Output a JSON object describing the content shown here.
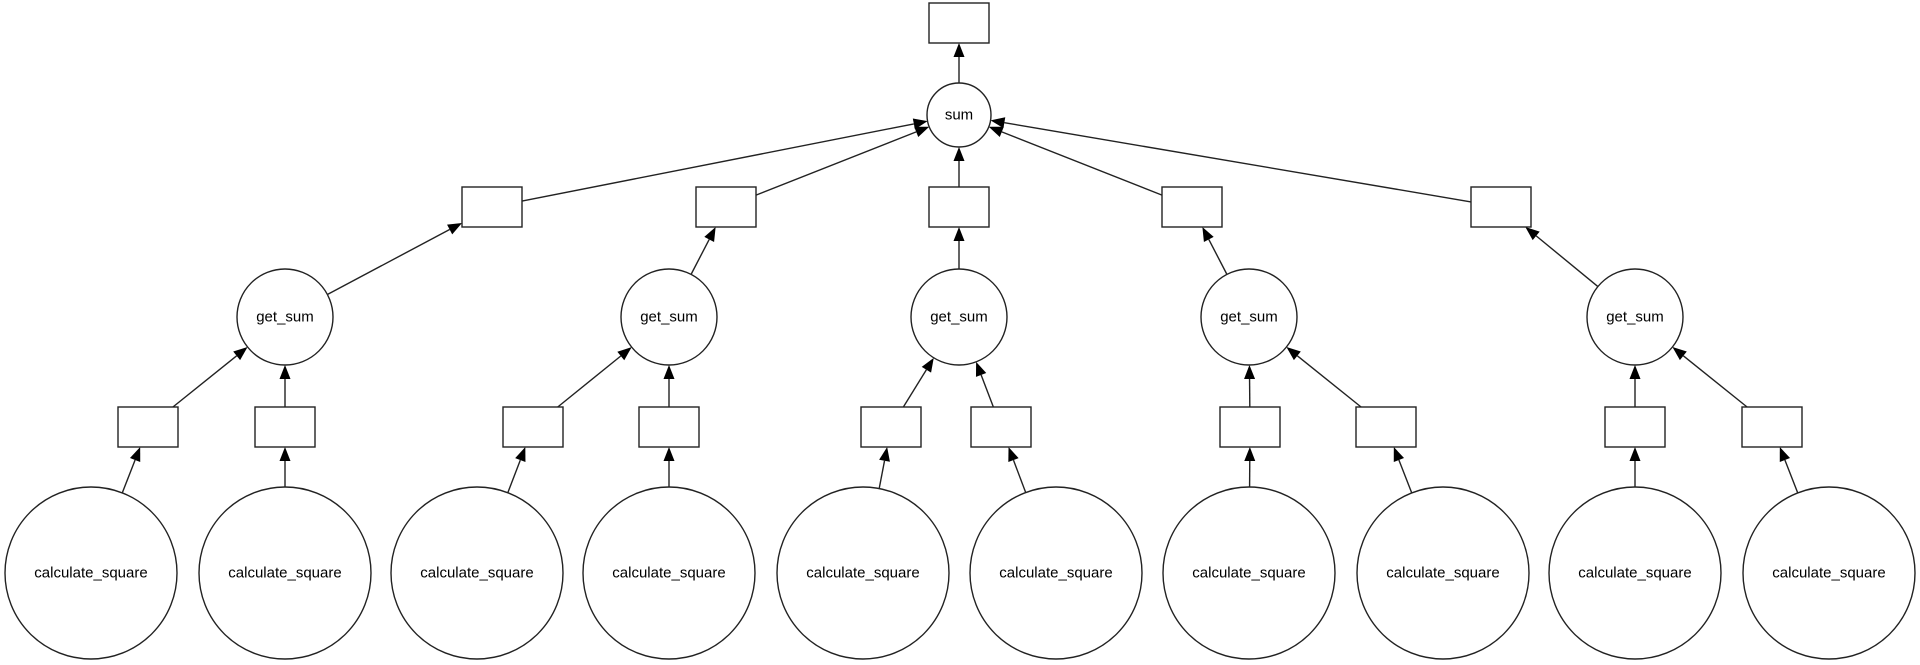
{
  "graph": {
    "top_output": {
      "label": ""
    },
    "root": {
      "label": "sum"
    },
    "groups": [
      {
        "output": {
          "label": ""
        },
        "reducer": {
          "label": "get_sum"
        },
        "leaves": [
          {
            "value": {
              "label": ""
            },
            "task": {
              "label": "calculate_square"
            }
          },
          {
            "value": {
              "label": ""
            },
            "task": {
              "label": "calculate_square"
            }
          }
        ]
      },
      {
        "output": {
          "label": ""
        },
        "reducer": {
          "label": "get_sum"
        },
        "leaves": [
          {
            "value": {
              "label": ""
            },
            "task": {
              "label": "calculate_square"
            }
          },
          {
            "value": {
              "label": ""
            },
            "task": {
              "label": "calculate_square"
            }
          }
        ]
      },
      {
        "output": {
          "label": ""
        },
        "reducer": {
          "label": "get_sum"
        },
        "leaves": [
          {
            "value": {
              "label": ""
            },
            "task": {
              "label": "calculate_square"
            }
          },
          {
            "value": {
              "label": ""
            },
            "task": {
              "label": "calculate_square"
            }
          }
        ]
      },
      {
        "output": {
          "label": ""
        },
        "reducer": {
          "label": "get_sum"
        },
        "leaves": [
          {
            "value": {
              "label": ""
            },
            "task": {
              "label": "calculate_square"
            }
          },
          {
            "value": {
              "label": ""
            },
            "task": {
              "label": "calculate_square"
            }
          }
        ]
      },
      {
        "output": {
          "label": ""
        },
        "reducer": {
          "label": "get_sum"
        },
        "leaves": [
          {
            "value": {
              "label": ""
            },
            "task": {
              "label": "calculate_square"
            }
          },
          {
            "value": {
              "label": ""
            },
            "task": {
              "label": "calculate_square"
            }
          }
        ]
      }
    ]
  },
  "colors": {
    "stroke": "#222222",
    "fill": "#ffffff",
    "text": "#000000"
  }
}
